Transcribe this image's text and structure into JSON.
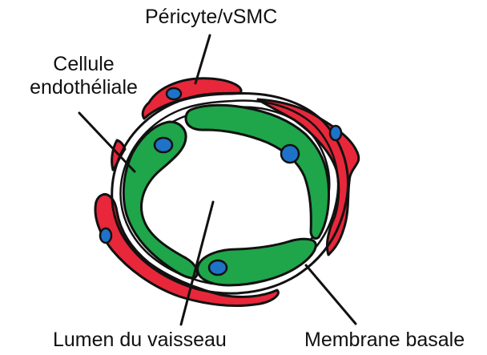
{
  "labels": {
    "pericyte": "Péricyte/vSMC",
    "endothelial_line1": "Cellule",
    "endothelial_line2": "endothéliale",
    "lumen": "Lumen du vaisseau",
    "membrane": "Membrane basale"
  },
  "colors": {
    "pericyte_red": "#e8273a",
    "endothelial_green": "#1fa54a",
    "nucleus_blue": "#1e73c8",
    "outline": "#111111",
    "background": "#ffffff"
  }
}
